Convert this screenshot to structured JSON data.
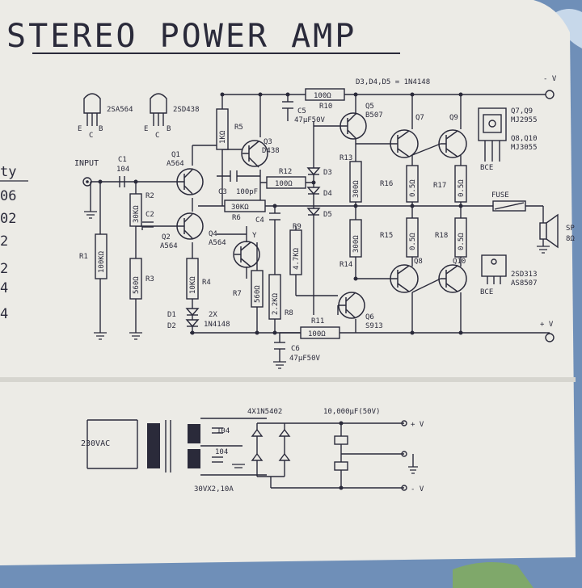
{
  "title": "STEREO POWER AMP",
  "side_text": [
    "ty",
    "06",
    "02",
    "2",
    "2",
    "4",
    "4"
  ],
  "resistors": {
    "R1": {
      "name": "R1",
      "value": "100KΩ"
    },
    "R2": {
      "name": "R2",
      "value": "30KΩ"
    },
    "R3": {
      "name": "R3",
      "value": "560Ω"
    },
    "R4": {
      "name": "R4",
      "value": "10KΩ"
    },
    "R5": {
      "name": "R5",
      "value": "1KΩ"
    },
    "R6": {
      "name": "R6",
      "value": "30KΩ"
    },
    "R7": {
      "name": "R7",
      "value": "560Ω"
    },
    "R8": {
      "name": "R8",
      "value": "2.2KΩ"
    },
    "R9": {
      "name": "R9",
      "value": "4.7KΩ"
    },
    "R10": {
      "name": "R10",
      "value": "100Ω"
    },
    "R11": {
      "name": "R11",
      "value": "100Ω"
    },
    "R12": {
      "name": "R12",
      "value": "100Ω"
    },
    "R13": {
      "name": "R13",
      "value": "300Ω"
    },
    "R14": {
      "name": "R14",
      "value": "300Ω"
    },
    "R15": {
      "name": "R15",
      "value": "0.5Ω"
    },
    "R16": {
      "name": "R16",
      "value": "0.5Ω"
    },
    "R17": {
      "name": "R17",
      "value": "0.5Ω"
    },
    "R18": {
      "name": "R18",
      "value": "0.5Ω"
    }
  },
  "capacitors": {
    "C1": {
      "name": "C1",
      "value": "104"
    },
    "C2": {
      "name": "C2"
    },
    "C3": {
      "name": "C3",
      "value": "100pF"
    },
    "C4": {
      "name": "C4"
    },
    "C5": {
      "name": "C5",
      "value": "47µF50V"
    },
    "C6": {
      "name": "C6",
      "value": "47µF50V"
    }
  },
  "transistors": {
    "Q1": {
      "name": "Q1",
      "part": "A564"
    },
    "Q2": {
      "name": "Q2",
      "part": "A564"
    },
    "Q3": {
      "name": "Q3",
      "part": "D438"
    },
    "Q4": {
      "name": "Q4",
      "part": "A564"
    },
    "Q5": {
      "name": "Q5",
      "part": "B507"
    },
    "Q6": {
      "name": "Q6",
      "part": "S913"
    },
    "Q7": {
      "name": "Q7"
    },
    "Q8": {
      "name": "Q8"
    },
    "Q9": {
      "name": "Q9"
    },
    "Q10": {
      "name": "Q10"
    }
  },
  "diodes": {
    "D1": "D1",
    "D2": "D2",
    "D3": "D3",
    "D4": "D4",
    "D5": "D5",
    "d12_note": "2X",
    "d12_part": "1N4148",
    "d345_note": "D3,D4,D5 = 1N4148"
  },
  "pinouts": {
    "left_part": "2SA564",
    "right_part": "2SD438",
    "pin_e": "E",
    "pin_c": "C",
    "pin_b": "B",
    "q79_names": "Q7,Q9",
    "q79_part": "MJ2955",
    "q810_names": "Q8,Q10",
    "q810_part": "MJ3055",
    "bce": "BCE",
    "bce2": "BCE",
    "small_part_1": "2SD313",
    "small_part_2": "AS8507"
  },
  "io": {
    "input": "INPUT",
    "fuse": "FUSE",
    "speaker_top": "SP",
    "speaker_bottom": "8Ω",
    "plus_v": "+ V",
    "plus_v2": "+ V",
    "minus_v": "- V",
    "v_top": "- V",
    "y_mark": "Y"
  },
  "power_supply": {
    "ac_input": "230VAC",
    "cap_top": "104",
    "cap_bottom": "104",
    "diodes": "4X1N5402",
    "filter_caps": "10,000µF(50V)",
    "transformer": "30VX2,10A"
  },
  "colors": {
    "paper": "#ecebe6",
    "ink": "#2a2a3a",
    "background": "#6f8fb8"
  }
}
